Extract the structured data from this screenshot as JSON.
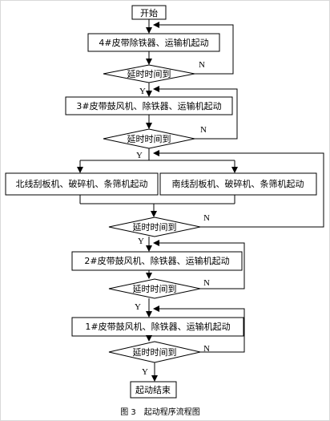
{
  "nodes": {
    "start": "开始",
    "belt4": "4#皮带除铁器、运输机起动",
    "delay1": "延时时间到",
    "belt3": "3#皮带鼓风机、除铁器、运输机起动",
    "delay2": "延时时间到",
    "north": "北线刮板机、破碎机、条筛机起动",
    "south": "南线刮板机、破碎机、条筛机起动",
    "delay3": "延时时间到",
    "belt2": "2#皮带鼓风机、除铁器、运输机起动",
    "delay4": "延时时间到",
    "belt1": "1#皮带鼓风机、除铁器、运输机起动",
    "delay5": "延时时间到",
    "end": "起动结束"
  },
  "labels": {
    "yes": "Y",
    "no": "N"
  },
  "caption": "图 3　起动程序流程图"
}
